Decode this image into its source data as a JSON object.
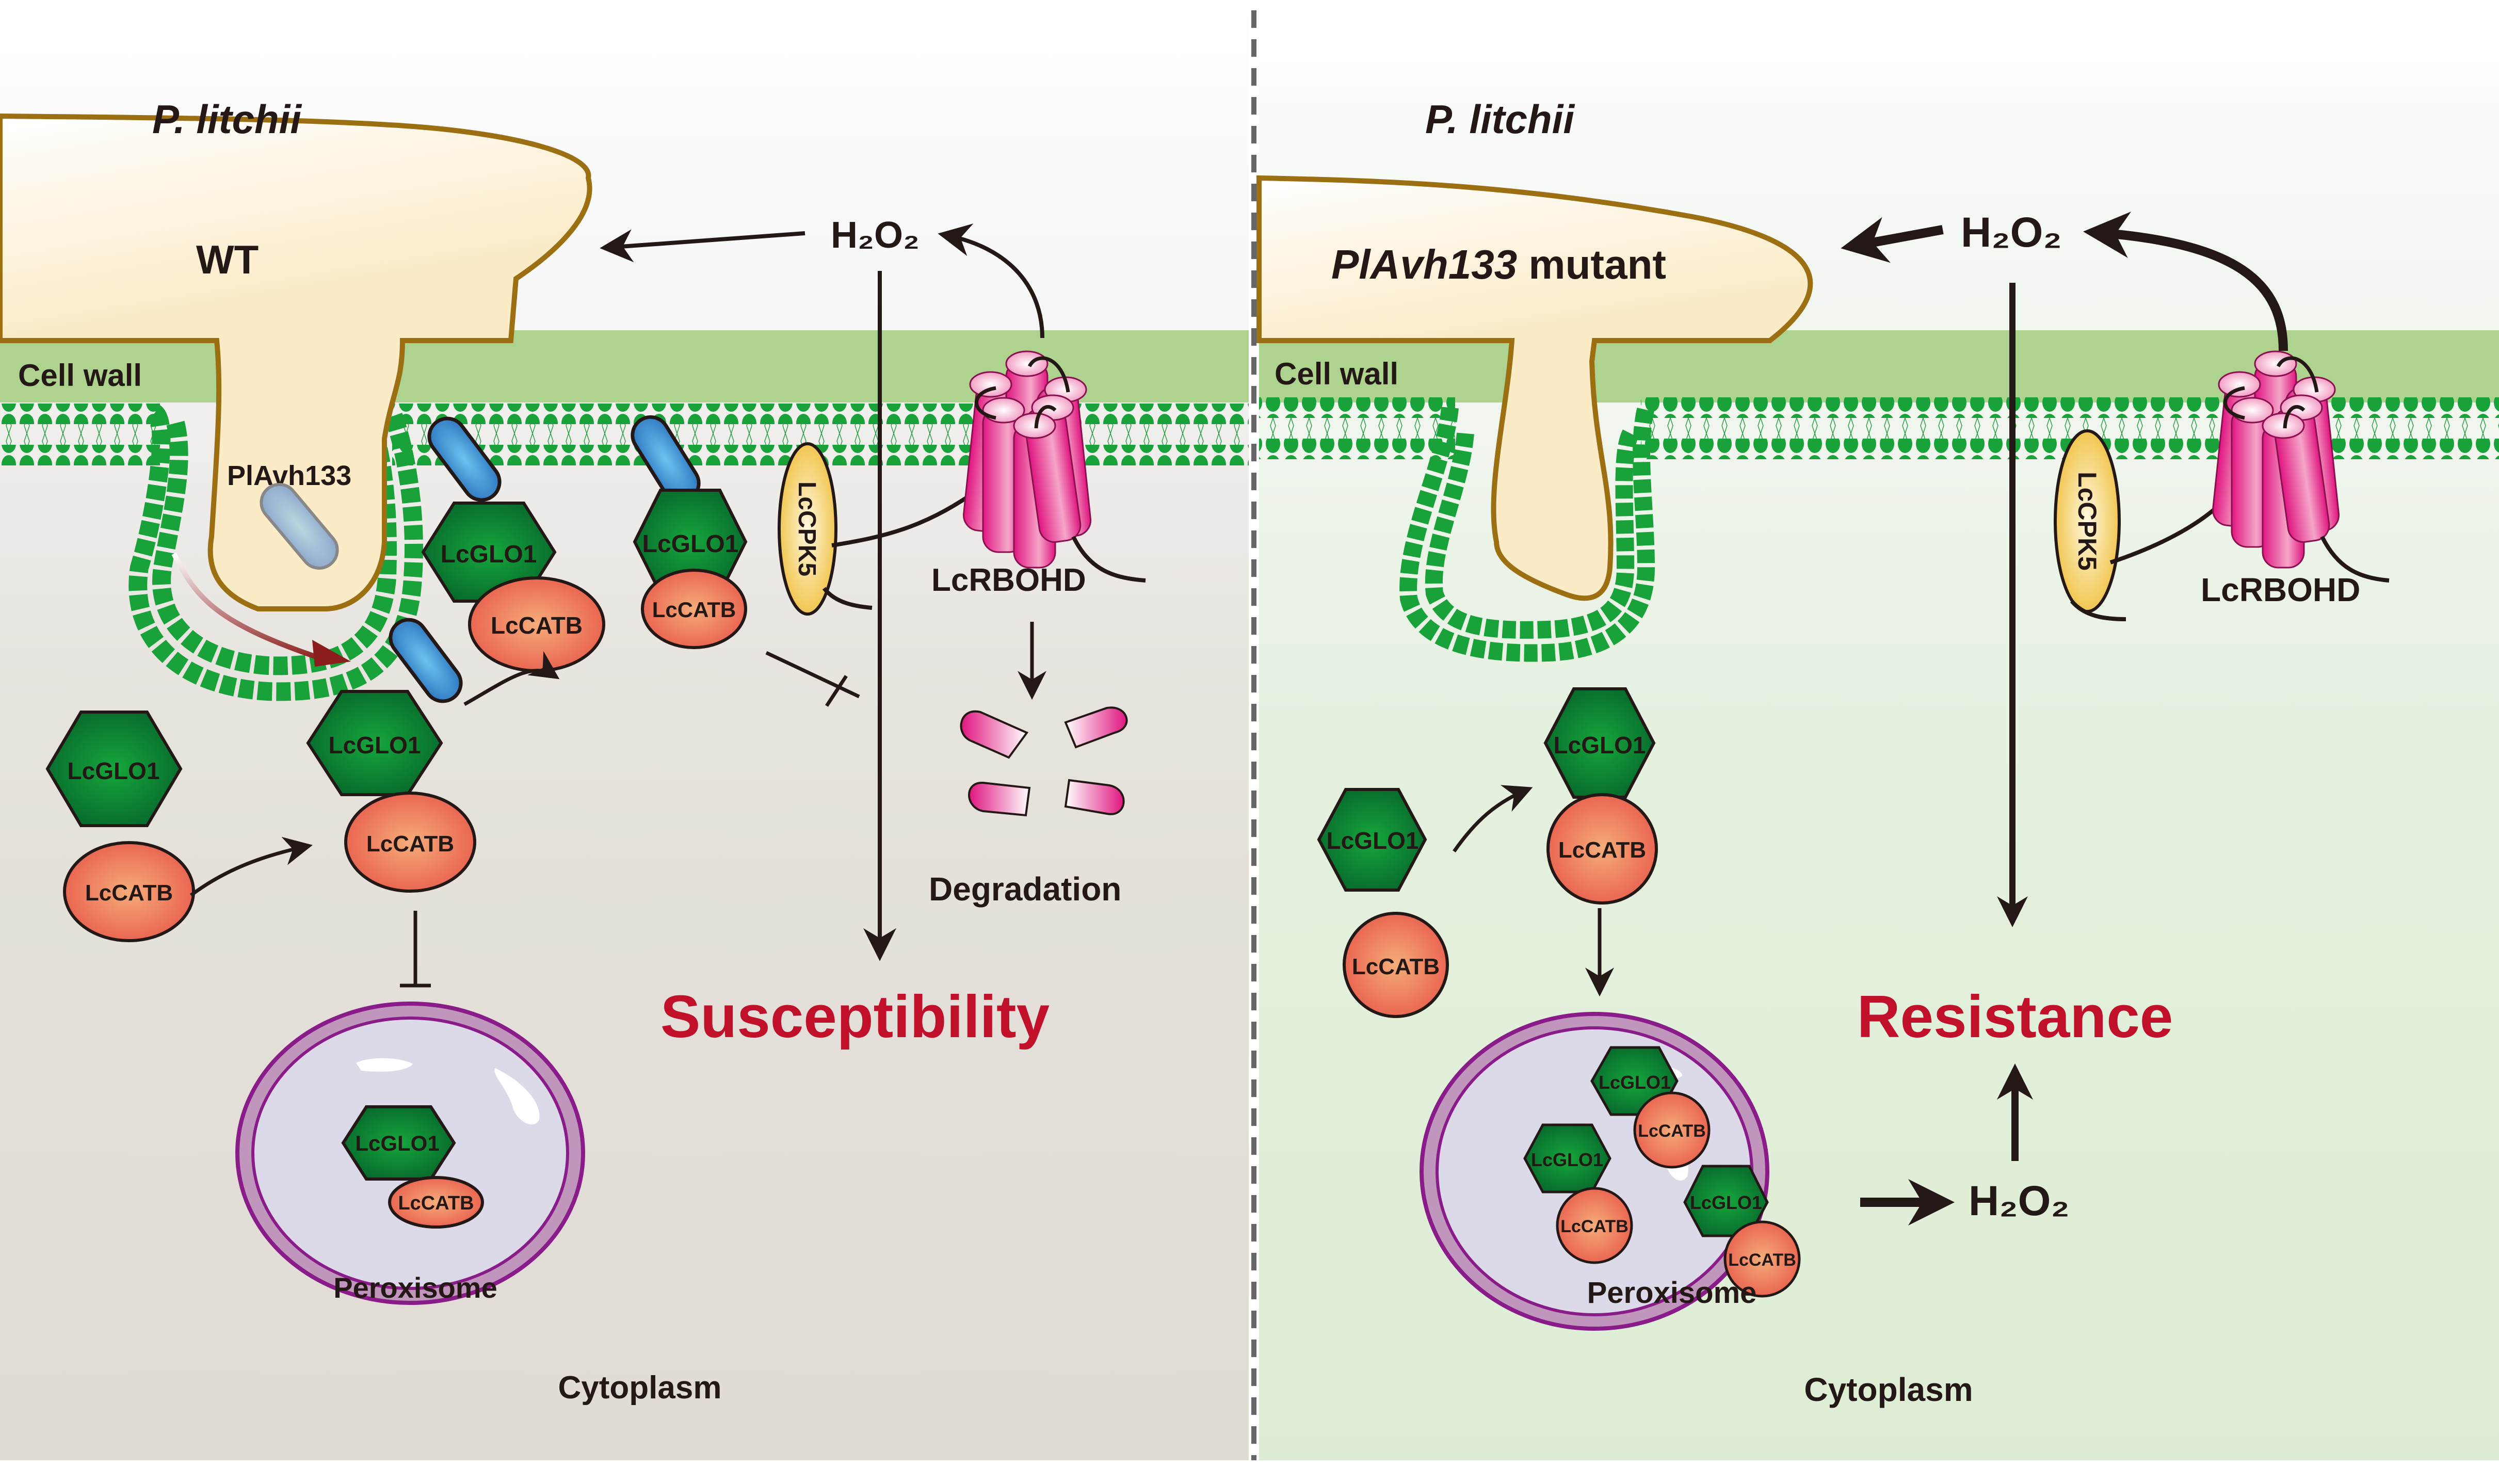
{
  "colors": {
    "cell_wall": "#aed38e",
    "membrane_head": "#1aa23a",
    "hypha_fill": "#fbebc6",
    "hypha_stroke": "#9b6f12",
    "left_cytoplasm": "#e2ddd6",
    "right_cytoplasm": "#dfeed8",
    "glo1": "#0b7a33",
    "catb": "#ee6b55",
    "cpk5": "#f2c540",
    "rbohd": "#e0157f",
    "effector": "#3a86c8",
    "peroxisome": "#8a1c8a",
    "outcome": "#c0102a"
  },
  "left": {
    "pathogen": "P. litchii",
    "hypha_label": "WT",
    "cell_wall": "Cell wall",
    "effector": "PlAvh133",
    "h2o2": "H₂O₂",
    "glo1": "LcGLO1",
    "catb": "LcCATB",
    "cpk5": "LcCPK5",
    "rbohd": "LcRBOHD",
    "degradation": "Degradation",
    "outcome": "Susceptibility",
    "peroxisome": "Peroxisome",
    "cytoplasm": "Cytoplasm"
  },
  "right": {
    "pathogen": "P. litchii",
    "hypha_label_italic": "PlAvh133",
    "hypha_label_rest": " mutant",
    "cell_wall": "Cell wall",
    "h2o2_top": "H₂O₂",
    "h2o2_bottom": "H₂O₂",
    "glo1": "LcGLO1",
    "catb": "LcCATB",
    "cpk5": "LcCPK5",
    "rbohd": "LcRBOHD",
    "outcome": "Resistance",
    "peroxisome": "Peroxisome",
    "cytoplasm": "Cytoplasm"
  }
}
